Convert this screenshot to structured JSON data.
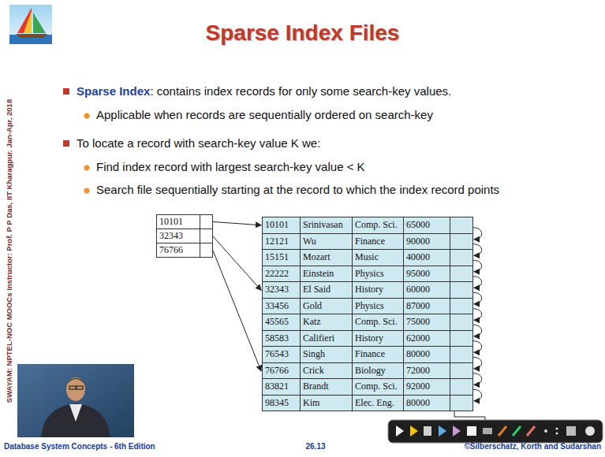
{
  "diagram": {
    "title": "Sparse Index Files",
    "nodes": [
      {
        "text": [
          "10101"
        ]
      },
      {
        "text": [
          "32343"
        ]
      },
      {
        "text": [
          "76766"
        ]
      },
      {
        "text": [
          "10101",
          "Srinivasan",
          "Comp. Sci.",
          "65000"
        ]
      },
      {
        "text": [
          "12121",
          "Wu",
          "Finance",
          "90000"
        ]
      },
      {
        "text": [
          "15151",
          "Mozart",
          "Music",
          "40000"
        ]
      },
      {
        "text": [
          "22222",
          "Einstein",
          "Physics",
          "95000"
        ]
      },
      {
        "text": [
          "32343",
          "El Said",
          "History",
          "60000"
        ]
      },
      {
        "text": [
          "33456",
          "Gold",
          "Physics",
          "87000"
        ]
      },
      {
        "text": [
          "45565",
          "Katz",
          "Comp. Sci.",
          "75000"
        ]
      },
      {
        "text": [
          "58583",
          "Califieri",
          "History",
          "62000"
        ]
      },
      {
        "text": [
          "76543",
          "Singh",
          "Finance",
          "80000"
        ]
      },
      {
        "text": [
          "76766",
          "Crick",
          "Biology",
          "72000"
        ]
      },
      {
        "text": [
          "83821",
          "Brandt",
          "Comp. Sci.",
          "92000"
        ]
      },
      {
        "text": [
          "98345",
          "Kim",
          "Elec. Eng.",
          "80000"
        ]
      }
    ],
    "edges": [
      {
        "from": 0,
        "to": 3,
        "arrow": "to"
      },
      {
        "from": 1,
        "to": 7,
        "arrow": "to"
      },
      {
        "from": 2,
        "to": 12,
        "arrow": "to"
      },
      {
        "from": 3,
        "to": 4,
        "arrow": "to"
      },
      {
        "from": 4,
        "to": 5,
        "arrow": "to"
      },
      {
        "from": 5,
        "to": 6,
        "arrow": "to"
      },
      {
        "from": 6,
        "to": 7,
        "arrow": "to"
      },
      {
        "from": 7,
        "to": 8,
        "arrow": "to"
      },
      {
        "from": 8,
        "to": 9,
        "arrow": "to"
      },
      {
        "from": 9,
        "to": 10,
        "arrow": "to"
      },
      {
        "from": 10,
        "to": 11,
        "arrow": "to"
      },
      {
        "from": 11,
        "to": 12,
        "arrow": "to"
      },
      {
        "from": 12,
        "to": 13,
        "arrow": "to"
      },
      {
        "from": 13,
        "to": 14,
        "arrow": "to"
      }
    ],
    "labels": [
      "Sparse Index",
      ": contains index records for only some search-key values.",
      "Applicable when records are sequentially ordered on search-key",
      "To locate a record with search-key value K we:",
      "Find index record with largest search-key value < K",
      "Search file sequentially starting at the record to which the index record points",
      "SWAYAM: NPTEL-NOC MOOCs Instructor: Prof. P P Das, IIT Kharagpur. Jan-Apr, 2018",
      "Database System Concepts - 6th Edition",
      "26.13",
      "©Silberschatz, Korth and Sudarshan"
    ]
  }
}
